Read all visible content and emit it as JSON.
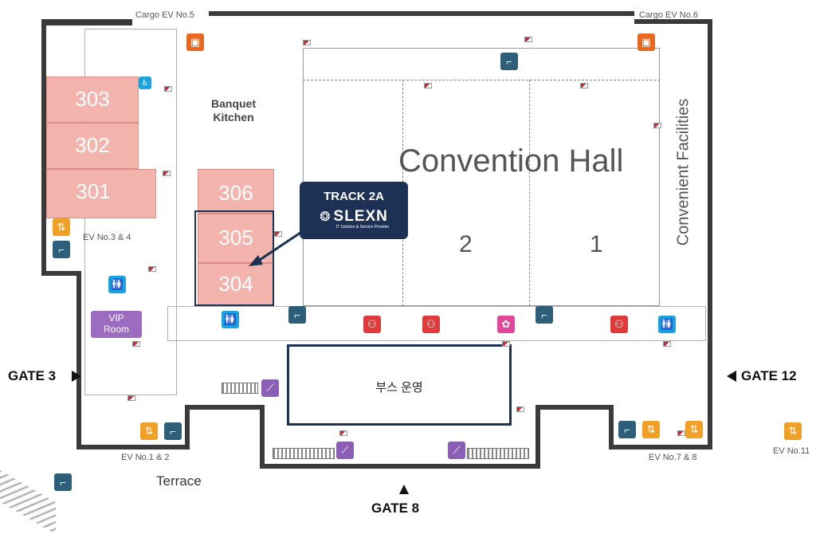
{
  "labels": {
    "cargo_ev5": "Cargo EV No.5",
    "cargo_ev6": "Cargo EV No.6",
    "banquet_kitchen_1": "Banquet",
    "banquet_kitchen_2": "Kitchen",
    "convention_hall": "Convention Hall",
    "convenient_facilities": "Convenient Facilities",
    "hall_2": "2",
    "hall_1": "1",
    "ev_3_4": "EV No.3 & 4",
    "ev_1_2": "EV No.1 & 2",
    "ev_7_8": "EV No.7 & 8",
    "ev_11": "EV No.11",
    "vip_room_1": "VIP",
    "vip_room_2": "Room",
    "terrace": "Terrace",
    "booth": "부스 운영"
  },
  "rooms": {
    "r303": "303",
    "r302": "302",
    "r301": "301",
    "r306": "306",
    "r305": "305",
    "r304": "304"
  },
  "gates": {
    "gate3": "GATE 3",
    "gate12": "GATE 12",
    "gate8": "GATE 8"
  },
  "track": {
    "title": "TRACK 2A",
    "logo_text": "SLEXN",
    "tagline": "IT Solution & Service Provider"
  },
  "colors": {
    "room_fill": "#f4b4ae",
    "highlight_border": "#1c3153",
    "badge_bg": "#1c3153",
    "wall": "#3a3a3a"
  }
}
